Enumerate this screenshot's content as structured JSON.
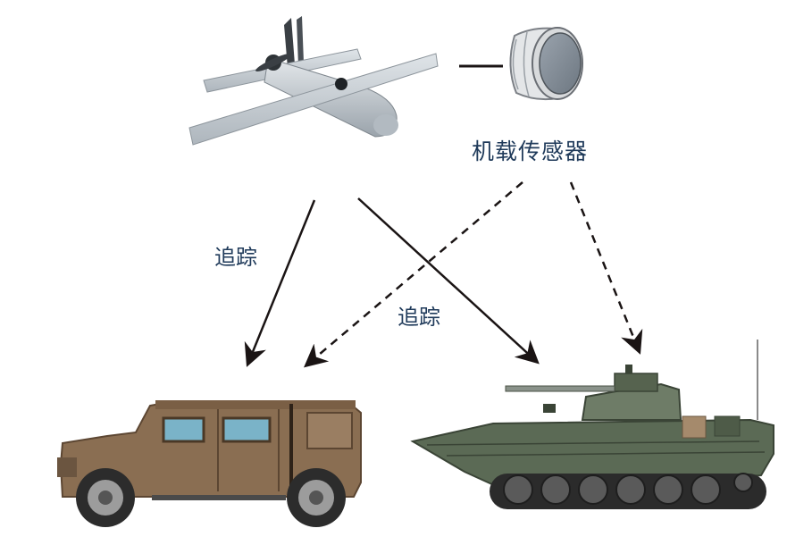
{
  "labels": {
    "sensor": "机载传感器",
    "track_left": "追踪",
    "track_right": "追踪"
  },
  "colors": {
    "text": "#1f3a5a",
    "arrow": "#1a1414",
    "drone_body": "#c4ccd3",
    "vehicle_tan": "#8a6e52",
    "tank_green": "#5b6a55"
  },
  "icons": [
    "drone-icon",
    "sensor-pod-icon",
    "armored-car-icon",
    "ifv-tank-icon"
  ]
}
